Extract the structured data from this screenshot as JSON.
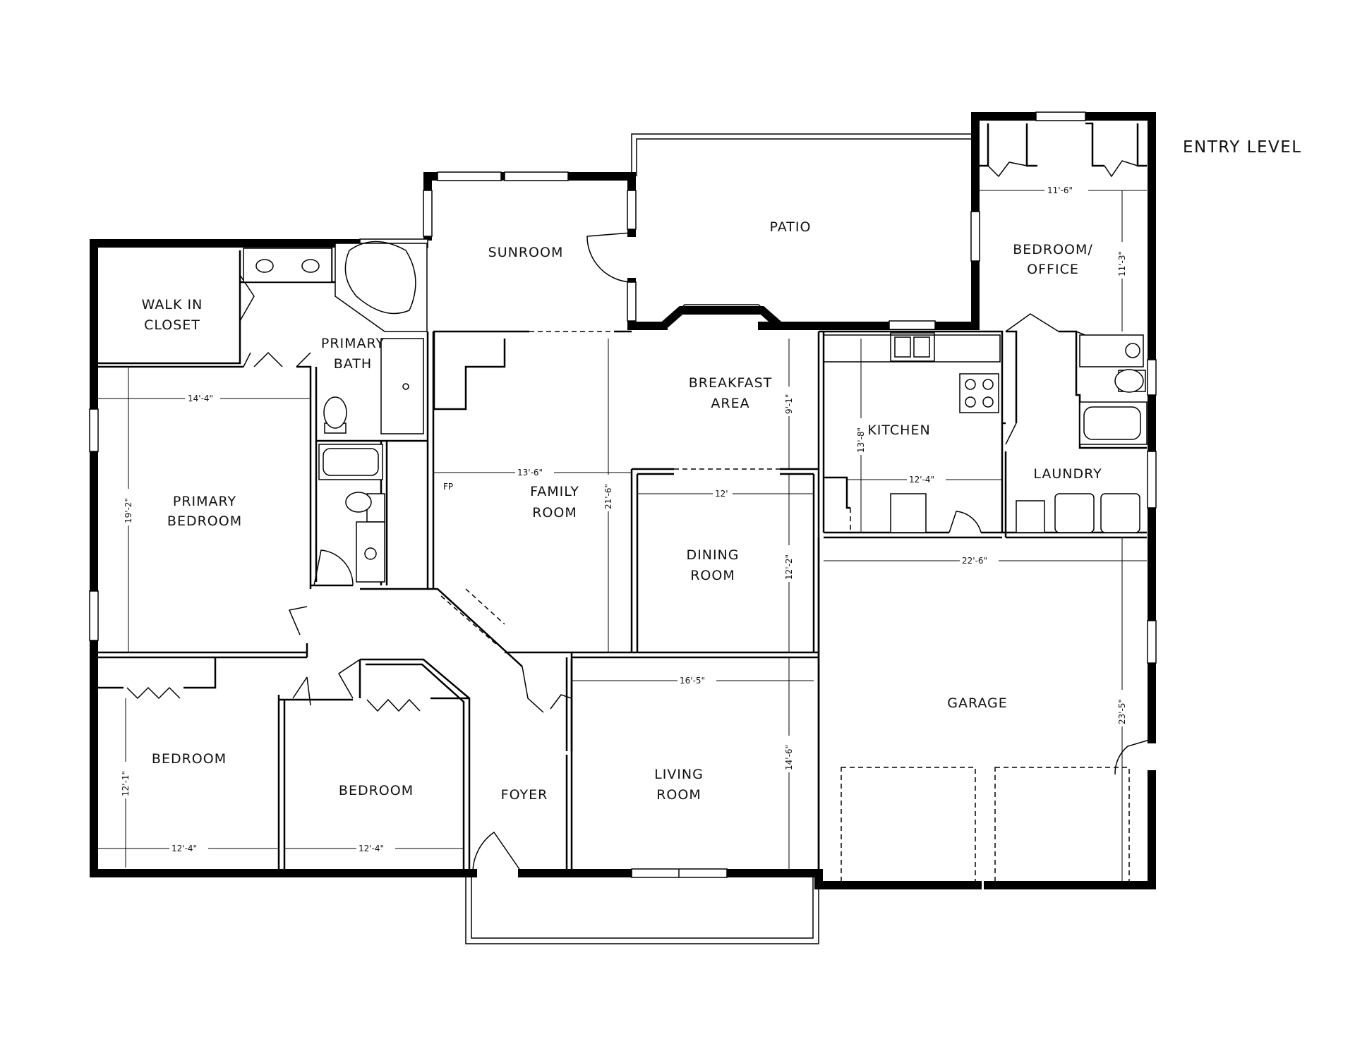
{
  "plan_title": "ENTRY LEVEL",
  "rooms": {
    "walk_in_closet": [
      "WALK IN",
      "CLOSET"
    ],
    "primary_bath": [
      "PRIMARY",
      "BATH"
    ],
    "sunroom": "SUNROOM",
    "patio": "PATIO",
    "bedroom_office": [
      "BEDROOM/",
      "OFFICE"
    ],
    "breakfast_area": [
      "BREAKFAST",
      "AREA"
    ],
    "kitchen": "KITCHEN",
    "laundry": "LAUNDRY",
    "primary_bedroom": [
      "PRIMARY",
      "BEDROOM"
    ],
    "family_room": [
      "FAMILY",
      "ROOM"
    ],
    "fireplace": "FP",
    "dining_room": [
      "DINING",
      "ROOM"
    ],
    "garage": "GARAGE",
    "bedroom_left": "BEDROOM",
    "bedroom_mid": "BEDROOM",
    "foyer": "FOYER",
    "living_room": [
      "LIVING",
      "ROOM"
    ]
  },
  "dimensions": {
    "office_width": "11'-6\"",
    "office_depth": "11'-3\"",
    "primary_bed_width": "14'-4\"",
    "primary_bed_depth": "19'-2\"",
    "family_width": "13'-6\"",
    "family_depth": "21'-6\"",
    "breakfast_depth": "9'-1\"",
    "kitchen_depth": "13'-8\"",
    "kitchen_width": "12'-4\"",
    "dining_width": "12'",
    "dining_depth": "12'-2\"",
    "garage_width": "22'-6\"",
    "garage_depth": "23'-5\"",
    "living_width": "16'-5\"",
    "living_depth": "14'-6\"",
    "bedroom_left_depth": "12'-1\"",
    "bedroom_left_width": "12'-4\"",
    "bedroom_mid_width": "12'-4\""
  }
}
